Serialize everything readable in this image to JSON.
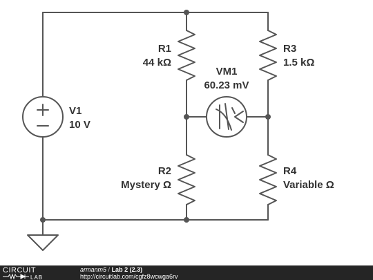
{
  "circuit": {
    "source": {
      "name": "V1",
      "value": "10 V"
    },
    "resistors": [
      {
        "name": "R1",
        "value": "44 kΩ"
      },
      {
        "name": "R2",
        "value": "Mystery Ω"
      },
      {
        "name": "R3",
        "value": "1.5 kΩ"
      },
      {
        "name": "R4",
        "value": "Variable Ω"
      }
    ],
    "voltmeter": {
      "name": "VM1",
      "value": "60.23 mV"
    }
  },
  "footer": {
    "logo_top": "CIRCUIT",
    "logo_bottom": "LAB",
    "author": "armanm5",
    "separator": "/",
    "title": "Lab 2 (2.3)",
    "url": "http://circuitlab.com/cgfz8wcwga6rv"
  },
  "colors": {
    "wire": "#555555",
    "text": "#333333",
    "footer_bg": "#252525"
  }
}
